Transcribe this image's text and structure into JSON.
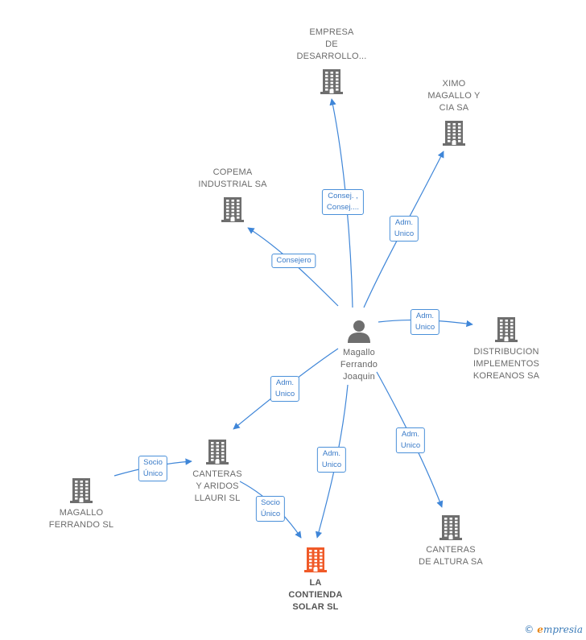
{
  "center": {
    "label": "Magallo\nFerrando\nJoaquin",
    "icon": "person-icon"
  },
  "companies": {
    "empresa": {
      "label": "EMPRESA\nDE\nDESARROLLO...",
      "icon": "building-icon"
    },
    "ximo": {
      "label": "XIMO\nMAGALLO Y\nCIA SA",
      "icon": "building-icon"
    },
    "copema": {
      "label": "COPEMA\nINDUSTRIAL SA",
      "icon": "building-icon"
    },
    "distribucion": {
      "label": "DISTRIBUCION\nIMPLEMENTOS\nKOREANOS SA",
      "icon": "building-icon"
    },
    "canteras_aridos": {
      "label": "CANTERAS\nY ARIDOS\nLLAURI SL",
      "icon": "building-icon"
    },
    "magallo_sl": {
      "label": "MAGALLO\nFERRANDO  SL",
      "icon": "building-icon"
    },
    "contienda": {
      "label": "LA\nCONTIENDA\nSOLAR  SL",
      "icon": "building-icon"
    },
    "canteras_altura": {
      "label": "CANTERAS\nDE ALTURA SA",
      "icon": "building-icon"
    }
  },
  "edge_labels": {
    "consej": "Consej. ,\nConsej....",
    "adm_ximo": "Adm.\nUnico",
    "consejero": "Consejero",
    "adm_distrib": "Adm.\nUnico",
    "adm_aridos": "Adm.\nUnico",
    "adm_contienda": "Adm.\nUnico",
    "adm_altura": "Adm.\nUnico",
    "socio_magallo": "Socio\nÚnico",
    "socio_aridos": "Socio\nÚnico"
  },
  "colors": {
    "node": "#6e6e6e",
    "highlight": "#f05a28",
    "edge": "#3f86d8"
  },
  "brand": {
    "copyright": "©",
    "name_initial": "e",
    "name_rest": "mpresia"
  }
}
